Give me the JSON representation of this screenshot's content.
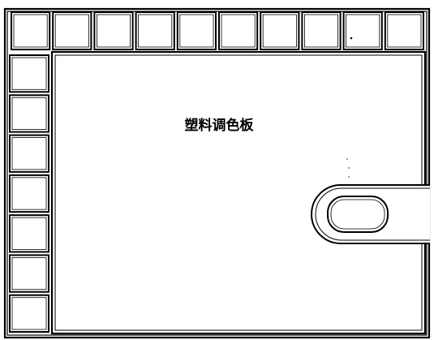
{
  "diagram": {
    "title": "塑料调色板",
    "top_well_count": 10,
    "side_well_count": 7,
    "colors": {
      "line": "#000000",
      "background": "#ffffff"
    }
  }
}
